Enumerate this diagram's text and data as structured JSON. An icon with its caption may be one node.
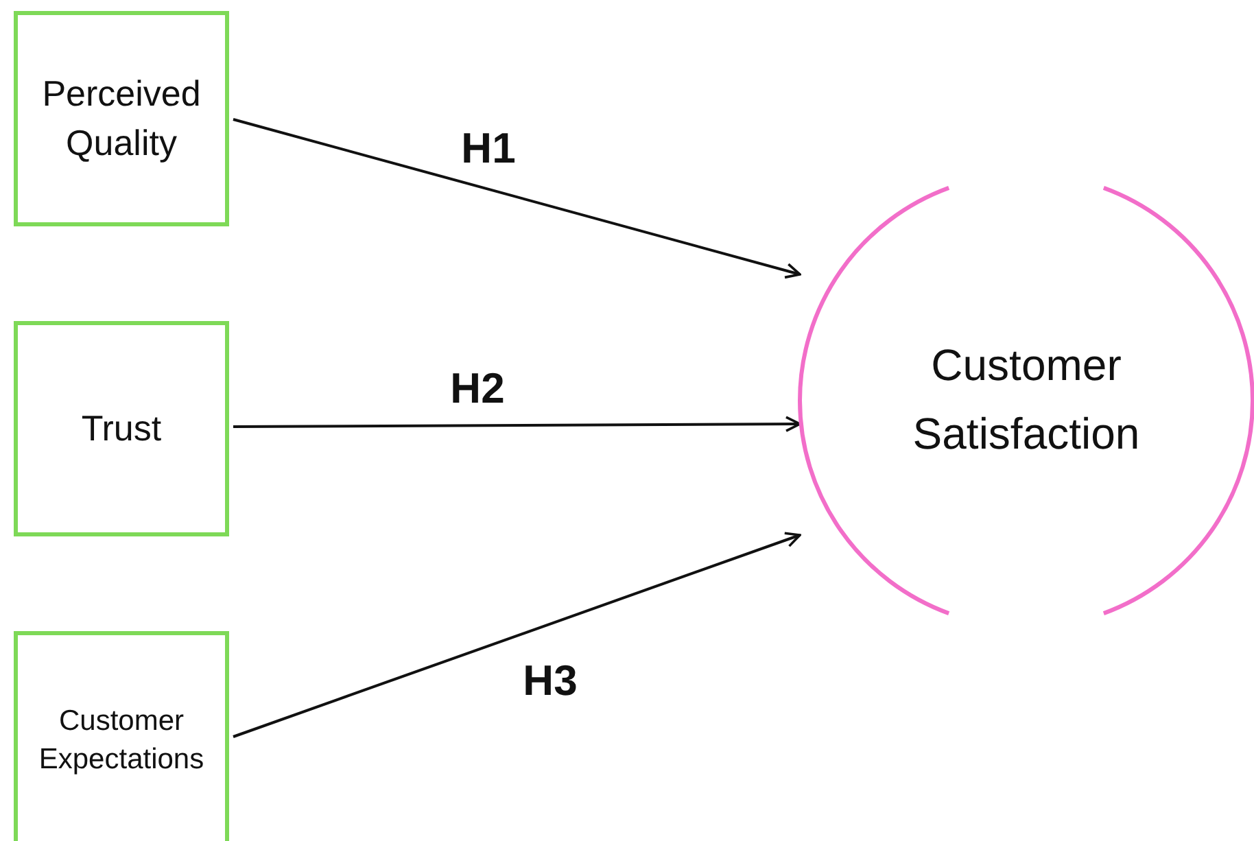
{
  "diagram": {
    "nodes": [
      {
        "text": [
          "Perceived Quality"
        ]
      },
      {
        "text": [
          "Trust"
        ]
      },
      {
        "text": [
          "Customer Expectations"
        ]
      },
      {
        "text": [
          "Customer Satisfaction"
        ]
      }
    ],
    "edges": [
      {
        "from": 0,
        "to": 3,
        "arrow": "to",
        "label": "H1"
      },
      {
        "from": 1,
        "to": 3,
        "arrow": "to",
        "label": "H2"
      },
      {
        "from": 2,
        "to": 3,
        "arrow": "to",
        "label": "H3"
      }
    ]
  }
}
